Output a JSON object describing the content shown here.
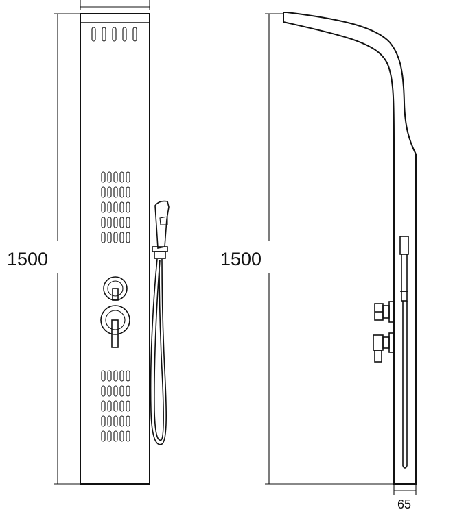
{
  "dimensions": {
    "front_height_label": "1500",
    "side_height_label": "1500",
    "side_depth_label": "65"
  },
  "colors": {
    "line": "#111111",
    "background": "#ffffff"
  }
}
